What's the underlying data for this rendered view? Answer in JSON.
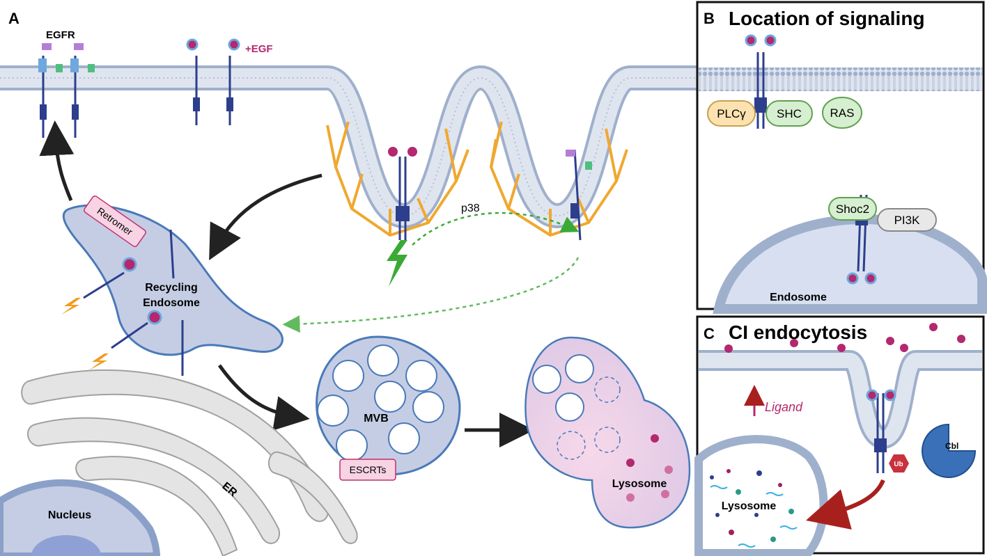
{
  "panels": {
    "a": {
      "letter": "A",
      "egfr_label": "EGFR",
      "egf_label": "+EGF",
      "p38_label": "p38",
      "retromer_label": "Retromer",
      "recycling_line1": "Recycling",
      "recycling_line2": "Endosome",
      "mvb_label": "MVB",
      "escrts_label": "ESCRTs",
      "lysosome_label": "Lysosome",
      "er_label": "ER",
      "nucleus_label": "Nucleus"
    },
    "b": {
      "letter": "B",
      "title": "Location of signaling",
      "plcy_label": "PLCγ",
      "shc_label": "SHC",
      "ras_label": "RAS",
      "shoc2_label": "Shoc2",
      "pi3k_label": "PI3K",
      "endosome_label": "Endosome"
    },
    "c": {
      "letter": "C",
      "title": "CI endocytosis",
      "ligand_label": "Ligand",
      "cbl_label": "Cbl",
      "ub_label": "Ub",
      "lysosome_label": "Lysosome"
    }
  },
  "colors": {
    "membrane": "#bcc8de",
    "membrane_head": "#9fb0cc",
    "clathrin": "#f0a830",
    "receptor": "#2c3e8c",
    "ligand": "#b3286e",
    "endosome_fill": "#c5cde4",
    "endosome_stroke": "#4a7ab8",
    "er_fill": "#e4e4e4",
    "lysosome_fill": "#f4d0e6",
    "signal_green": "#3aaa35",
    "signal_orange": "#f39a1c",
    "cbl_blue": "#3a70b8",
    "ub_red": "#c8323c",
    "arrow_dark": "#222222",
    "arrow_red": "#a8201e"
  }
}
